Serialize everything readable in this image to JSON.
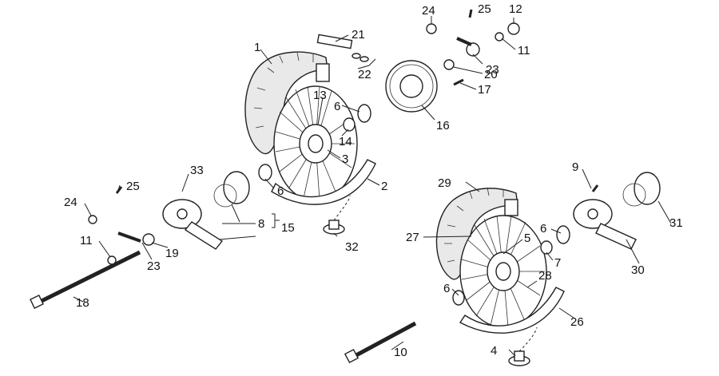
{
  "callouts": {
    "c1": "1",
    "c2": "2",
    "c3": "3",
    "c4": "4",
    "c5": "5",
    "c6a": "6",
    "c6b": "6",
    "c6c": "6",
    "c6d": "6",
    "c7": "7",
    "c8": "8",
    "c9": "9",
    "c10": "10",
    "c11a": "11",
    "c11b": "11",
    "c12": "12",
    "c13": "13",
    "c14": "14",
    "c15": "15",
    "c16": "16",
    "c17": "17",
    "c18": "18",
    "c19": "19",
    "c20": "20",
    "c21": "21",
    "c22": "22",
    "c23a": "23",
    "c23b": "23",
    "c24a": "24",
    "c24b": "24",
    "c25a": "25",
    "c25b": "25",
    "c26": "26",
    "c27": "27",
    "c28": "28",
    "c29": "29",
    "c30": "30",
    "c31": "31",
    "c32": "32",
    "c33": "33"
  }
}
